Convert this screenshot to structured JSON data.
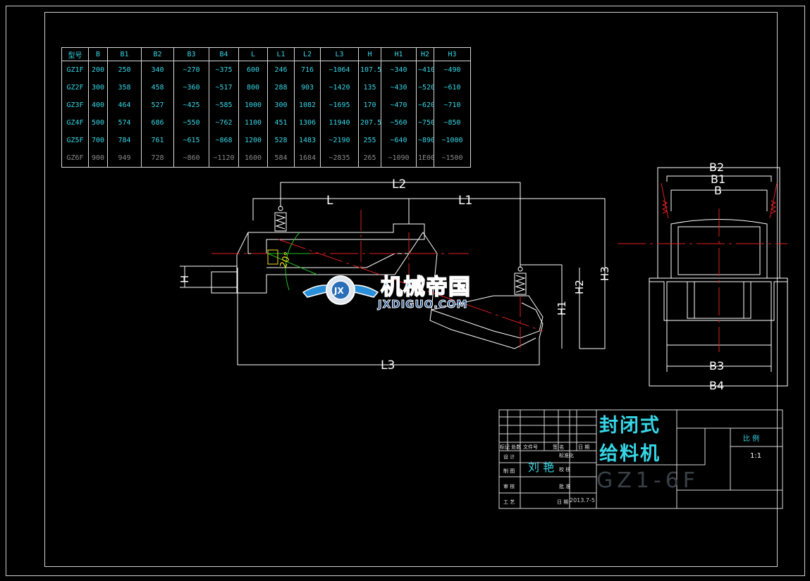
{
  "spec_table": {
    "headers": [
      "型号",
      "B",
      "B1",
      "B2",
      "B3",
      "B4",
      "L",
      "L1",
      "L2",
      "L3",
      "H",
      "H1",
      "H2",
      "H3"
    ],
    "rows": [
      [
        "GZ1F",
        "200",
        "250",
        "340",
        "~270",
        "~375",
        "600",
        "246",
        "716",
        "~1064",
        "107.5",
        "~340",
        "~410",
        "~490"
      ],
      [
        "GZ2F",
        "300",
        "358",
        "458",
        "~360",
        "~517",
        "800",
        "288",
        "903",
        "~1420",
        "135",
        "~430",
        "~520",
        "~610"
      ],
      [
        "GZ3F",
        "400",
        "464",
        "527",
        "~425",
        "~585",
        "1000",
        "300",
        "1082",
        "~1695",
        "170",
        "~470",
        "~620",
        "~710"
      ],
      [
        "GZ4F",
        "500",
        "574",
        "686",
        "~550",
        "~762",
        "1100",
        "451",
        "1306",
        "11940",
        "207.5",
        "~560",
        "~750",
        "~850"
      ],
      [
        "GZ5F",
        "700",
        "784",
        "761",
        "~615",
        "~868",
        "1200",
        "528",
        "1483",
        "~2190",
        "255",
        "~640",
        "~890",
        "~1000"
      ],
      [
        "GZ6F",
        "900",
        "949",
        "728",
        "~860",
        "~1120",
        "1600",
        "584",
        "1684",
        "~2835",
        "265",
        "~1090",
        "1E00",
        "~1500"
      ]
    ]
  },
  "side_view": {
    "dims": {
      "L2": "L2",
      "L": "L",
      "L1": "L1",
      "L3": "L3",
      "H": "H",
      "H1": "H1",
      "H2": "H2",
      "H3": "H3"
    },
    "angle_label": "20°"
  },
  "end_view": {
    "dims": {
      "B2": "B2",
      "B1": "B1",
      "B": "B",
      "B3": "B3",
      "B4": "B4"
    }
  },
  "title_block": {
    "name_line1": "封闭式",
    "name_line2": "给料机",
    "code": "GZ1-6F",
    "scale_label": "比 例",
    "scale_value": "1:1",
    "designer": "刘 艳",
    "date": "2013.7-5",
    "labels": {
      "col1": "标记 处数",
      "col2": "文件号",
      "col3": "签 名",
      "col4": "日 期",
      "design": "设 计",
      "draw": "制 图",
      "review": "审 核",
      "process": "工 艺",
      "std": "标准化",
      "check": "校 核",
      "approve": "批 准",
      "date_lbl": "日 期"
    }
  },
  "watermark": {
    "cn": "机械帝国",
    "en": "JXDIGUO.COM",
    "badge": "JX"
  },
  "colors": {
    "background": "#000000",
    "line": "#ffffff",
    "cyan": "#36d6e6",
    "red": "#e02020",
    "green": "#22c022",
    "yellow": "#f0e020",
    "frame": "#cfcfcf"
  }
}
